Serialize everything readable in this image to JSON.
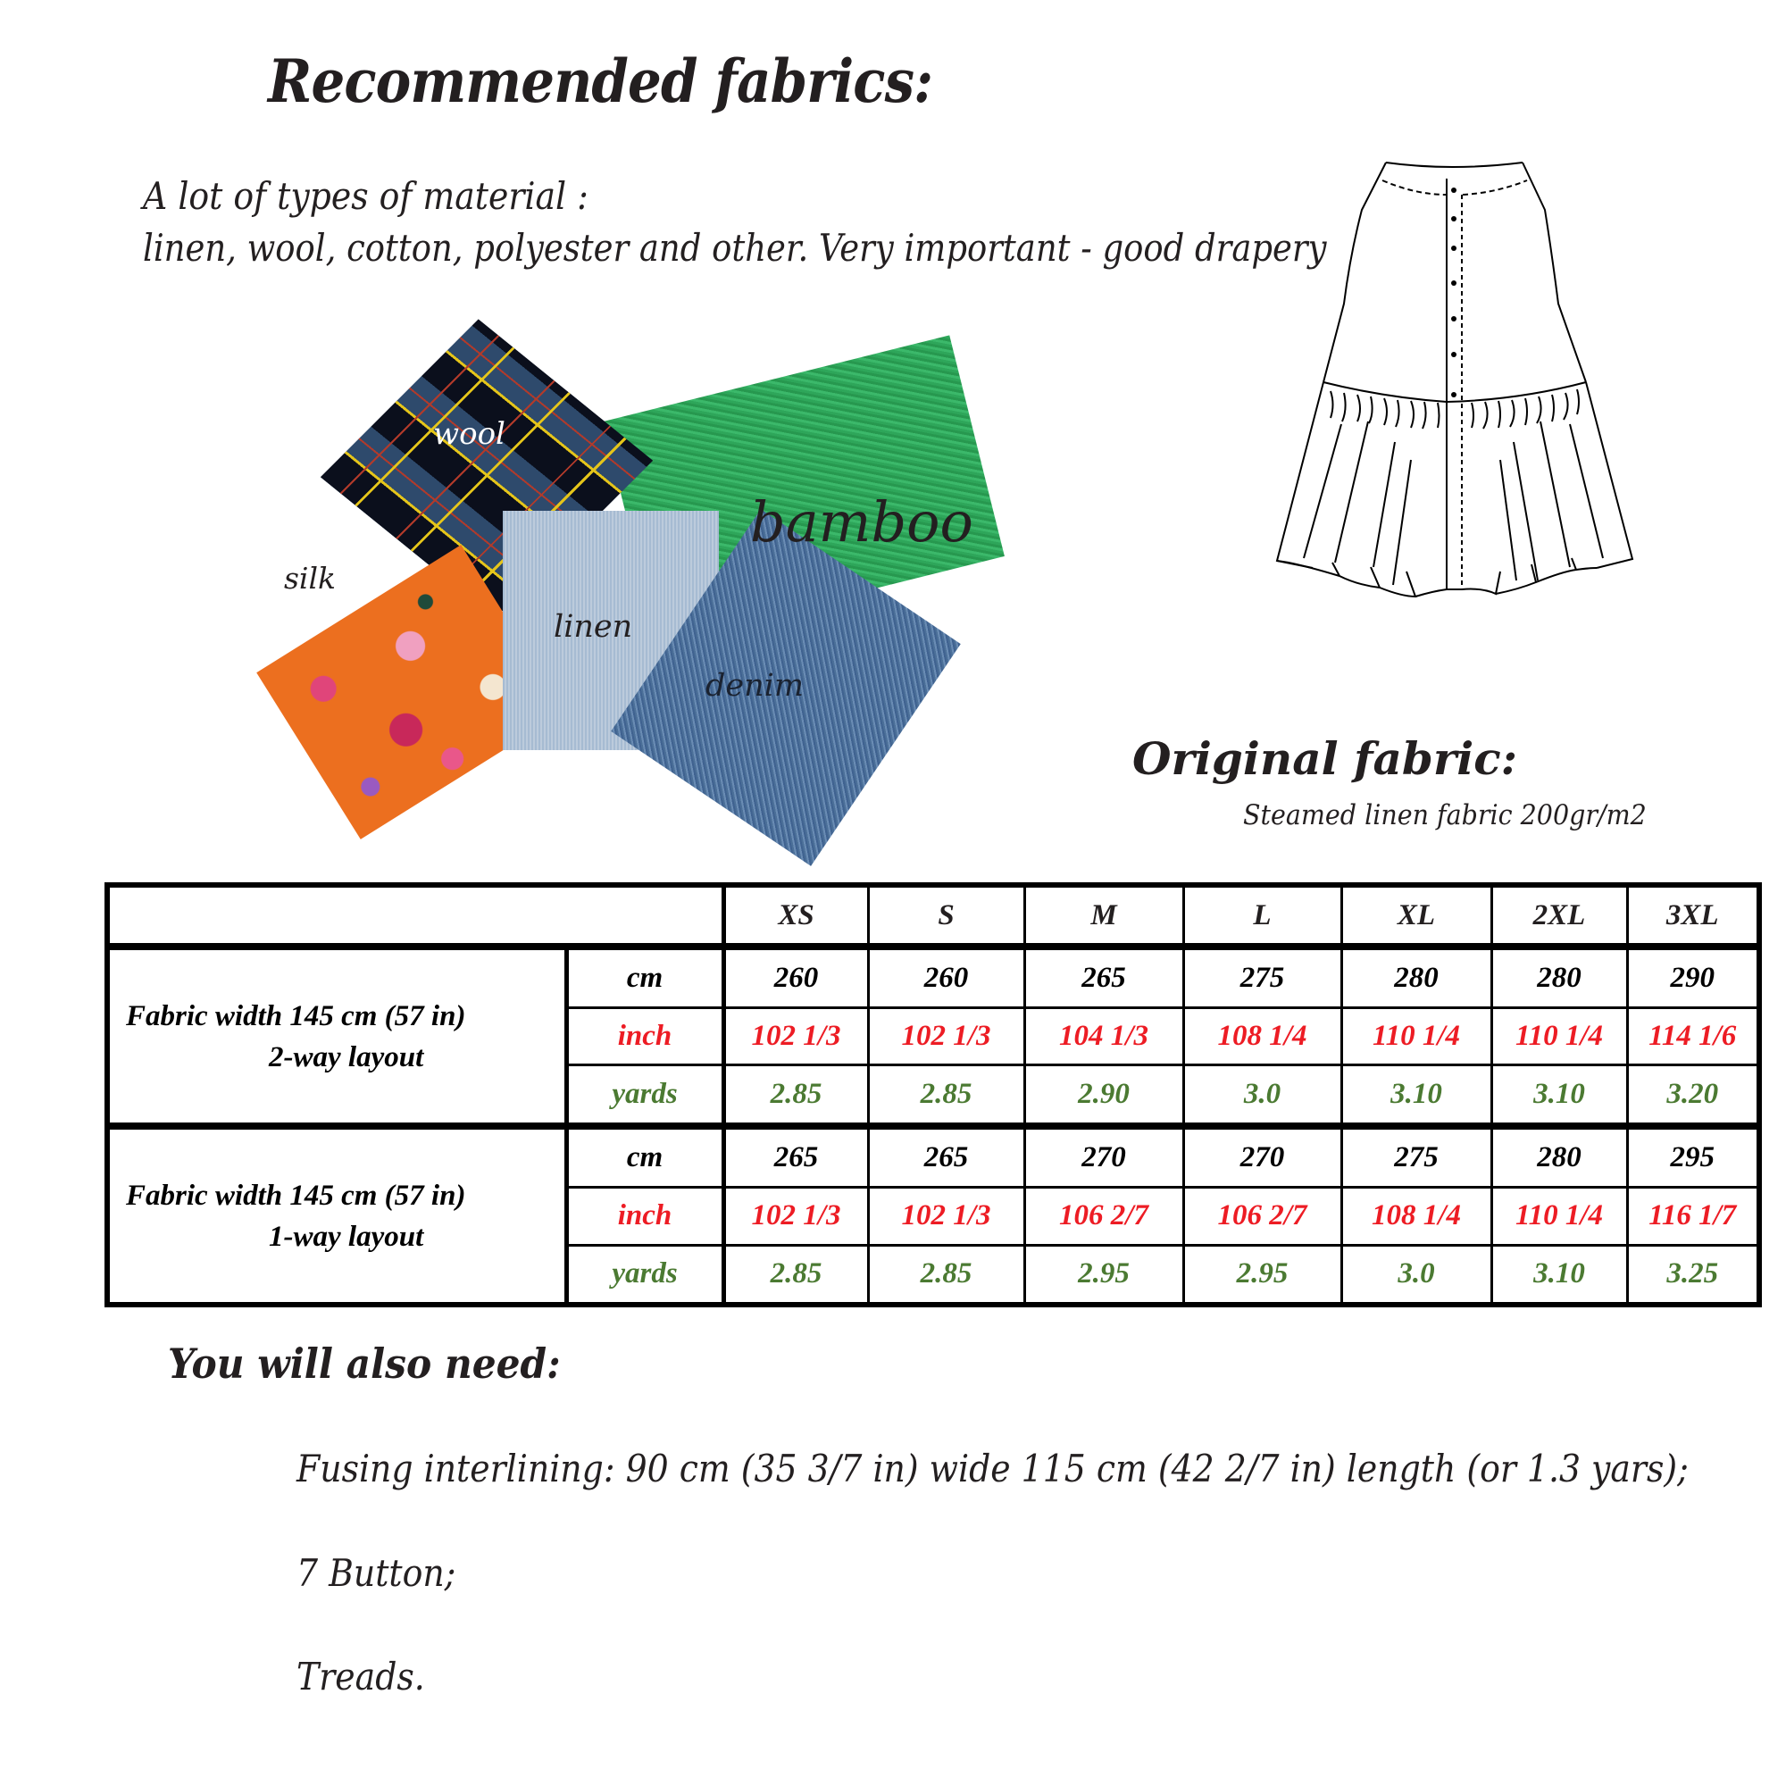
{
  "header": {
    "title": "Recommended fabrics:",
    "intro_line1": "A lot of types of material :",
    "intro_line2": "linen, wool, cotton, polyester and other. Very important - good drapery"
  },
  "swatches": [
    {
      "label": "wool",
      "color": "#1b2a44"
    },
    {
      "label": "bamboo",
      "color": "#2fa45a"
    },
    {
      "label": "silk",
      "color": "#ec6f1f"
    },
    {
      "label": "linen",
      "color": "#a9bdd3"
    },
    {
      "label": "denim",
      "color": "#5277a0"
    }
  ],
  "original_fabric": {
    "title": "Original fabric:",
    "description": "Steamed linen fabric 200gr/m2"
  },
  "table": {
    "sizes": [
      "XS",
      "S",
      "M",
      "L",
      "XL",
      "2XL",
      "3XL"
    ],
    "groups": [
      {
        "label_line1": "Fabric width 145 cm (57 in)",
        "label_line2": "2-way layout",
        "rows": [
          {
            "unit": "cm",
            "values": [
              "260",
              "260",
              "265",
              "275",
              "280",
              "280",
              "290"
            ]
          },
          {
            "unit": "inch",
            "values": [
              "102 1/3",
              "102 1/3",
              "104 1/3",
              "108 1/4",
              "110 1/4",
              "110 1/4",
              "114 1/6"
            ]
          },
          {
            "unit": "yards",
            "values": [
              "2.85",
              "2.85",
              "2.90",
              "3.0",
              "3.10",
              "3.10",
              "3.20"
            ]
          }
        ]
      },
      {
        "label_line1": "Fabric width 145 cm (57 in)",
        "label_line2": "1-way layout",
        "rows": [
          {
            "unit": "cm",
            "values": [
              "265",
              "265",
              "270",
              "270",
              "275",
              "280",
              "295"
            ]
          },
          {
            "unit": "inch",
            "values": [
              "102 1/3",
              "102 1/3",
              "106 2/7",
              "106 2/7",
              "108 1/4",
              "110 1/4",
              "116 1/7"
            ]
          },
          {
            "unit": "yards",
            "values": [
              "2.85",
              "2.85",
              "2.95",
              "2.95",
              "3.0",
              "3.10",
              "3.25"
            ]
          }
        ]
      }
    ],
    "colors": {
      "cm": "#000000",
      "inch": "#ed1c24",
      "yards": "#4b7a32"
    }
  },
  "also_need": {
    "title": "You will also need:",
    "items": [
      "Fusing interlining: 90 cm (35 3/7 in) wide 115 cm (42 2/7 in) length (or 1.3 yars);",
      "7 Button;",
      "Treads."
    ]
  },
  "illustration": {
    "name": "skirt-technical-drawing",
    "button_count": 7
  }
}
